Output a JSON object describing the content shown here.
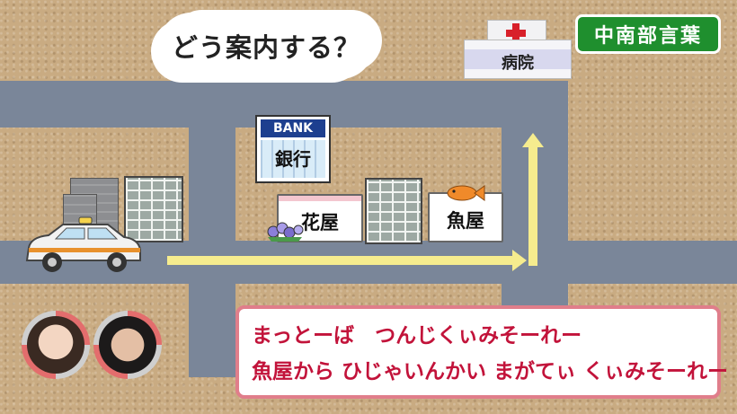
{
  "header": {
    "title": "どう案内する？",
    "program_tag": "中南部言葉"
  },
  "buildings": {
    "hospital": "病院",
    "bank_sign": "BANK",
    "bank_name": "銀行",
    "flower_shop": "花屋",
    "fish_shop": "魚屋"
  },
  "caption": {
    "line1": "まっとーば　つんじくぃみそーれー",
    "line2": "魚屋から ひじゃいんかい まがてぃ くぃみそーれー"
  },
  "colors": {
    "road": "#7a8699",
    "arrow": "#f6ec8e",
    "caption_text": "#c2133a",
    "tag_bg": "#1f8f2e"
  }
}
